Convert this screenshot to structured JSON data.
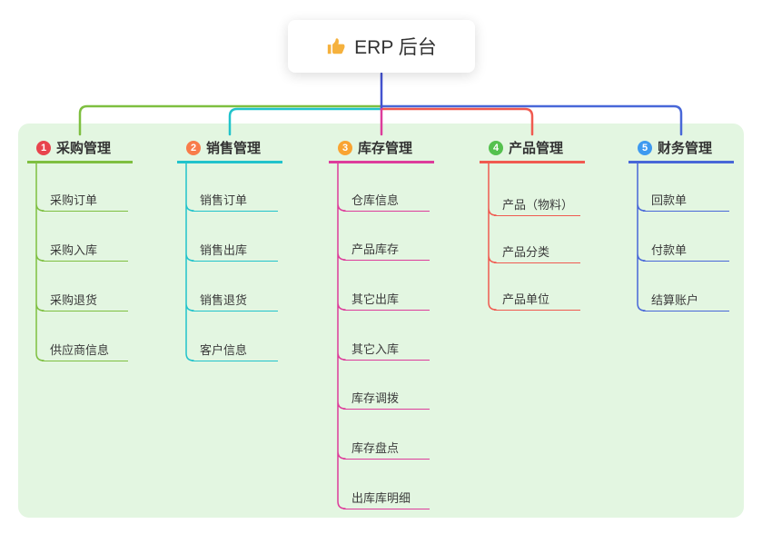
{
  "root": {
    "icon": "thumbs-up-icon",
    "label": "ERP 后台"
  },
  "branches": [
    {
      "index": "1",
      "label": "采购管理",
      "badge_color": "#e8444d",
      "line_color": "#7ebf40",
      "children": [
        "采购订单",
        "采购入库",
        "采购退货",
        "供应商信息"
      ]
    },
    {
      "index": "2",
      "label": "销售管理",
      "badge_color": "#f87c4a",
      "line_color": "#21c3cb",
      "children": [
        "销售订单",
        "销售出库",
        "销售退货",
        "客户信息"
      ]
    },
    {
      "index": "3",
      "label": "库存管理",
      "badge_color": "#f9a432",
      "line_color": "#dd3c9b",
      "children": [
        "仓库信息",
        "产品库存",
        "其它出库",
        "其它入库",
        "库存调拨",
        "库存盘点",
        "出库库明细"
      ]
    },
    {
      "index": "4",
      "label": "产品管理",
      "badge_color": "#55c14e",
      "line_color": "#f05a50",
      "children": [
        "产品（物料）",
        "产品分类",
        "产品单位"
      ]
    },
    {
      "index": "5",
      "label": "财务管理",
      "badge_color": "#3e9af0",
      "line_color": "#4867d8",
      "children": [
        "回款单",
        "付款单",
        "结算账户"
      ]
    }
  ],
  "colors": {
    "canvas_bg": "#e3f6e1",
    "root_stem": "#4453d0",
    "thumb_icon": "#f5b13d"
  }
}
